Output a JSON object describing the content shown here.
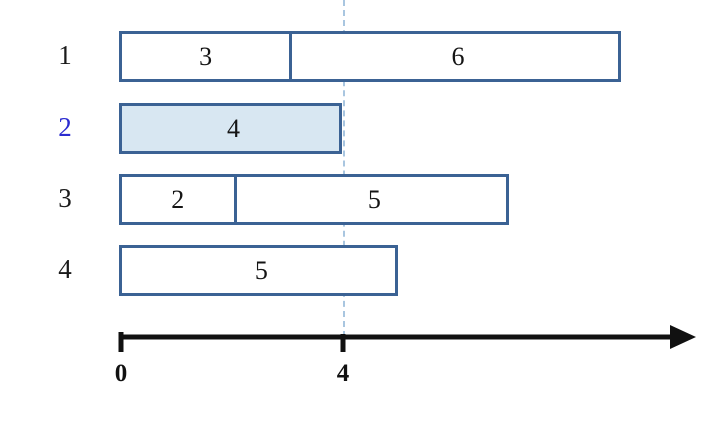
{
  "figure": {
    "title": "",
    "background_color": "#ffffff",
    "bar_border_color": "#3b6294",
    "bar_fill_color": "#ffffff",
    "highlight_fill_color": "#d8e7f2",
    "accent_label_color": "#2b2bd0",
    "axis_color": "#111111",
    "reference_line_color": "#a9c6e0"
  },
  "chart_data": {
    "type": "bar",
    "orientation": "horizontal",
    "title": "",
    "xlabel": "",
    "ylabel": "",
    "xlim": [
      0,
      10.2
    ],
    "x_ticks": [
      "0",
      "4"
    ],
    "x_tick_values": [
      0,
      4
    ],
    "grid": false,
    "legend": null,
    "reference_line": {
      "x": 4,
      "style": "dashed",
      "color": "#a9c6e0"
    },
    "categories": [
      "1",
      "2",
      "3",
      "4"
    ],
    "rows": [
      {
        "label": "1",
        "label_color": "#1a1a1a",
        "highlighted": false,
        "total": 9,
        "segments": [
          {
            "value": "3",
            "start": 0,
            "end": 3
          },
          {
            "value": "6",
            "start": 3,
            "end": 9
          }
        ]
      },
      {
        "label": "2",
        "label_color": "#2b2bd0",
        "highlighted": true,
        "total": 4,
        "segments": [
          {
            "value": "4",
            "start": 0,
            "end": 4
          }
        ]
      },
      {
        "label": "3",
        "label_color": "#1a1a1a",
        "highlighted": false,
        "total": 7,
        "segments": [
          {
            "value": "2",
            "start": 0,
            "end": 2
          },
          {
            "value": "5",
            "start": 2,
            "end": 7
          }
        ]
      },
      {
        "label": "4",
        "label_color": "#1a1a1a",
        "highlighted": false,
        "total": 5,
        "segments": [
          {
            "value": "5",
            "start": 0,
            "end": 5
          }
        ]
      }
    ]
  },
  "axis": {
    "tick_0_label": "0",
    "tick_4_label": "4",
    "arrow": "right-arrow-icon"
  }
}
